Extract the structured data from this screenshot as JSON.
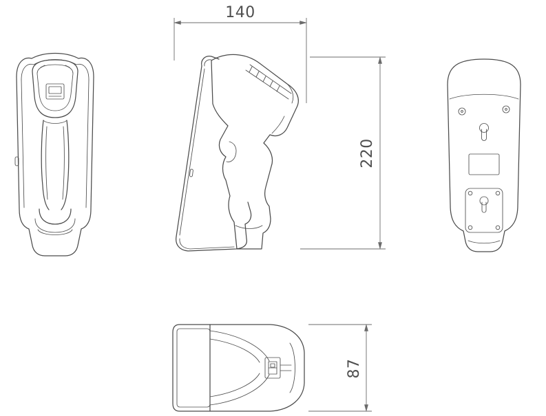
{
  "drawing": {
    "dimensions": {
      "width": "140",
      "height": "220",
      "depth": "87"
    },
    "colors": {
      "outline": "#4b4b4b",
      "dimension_line": "#6b6b6b",
      "dimension_text": "#4f4f4f",
      "background": "#ffffff"
    }
  }
}
